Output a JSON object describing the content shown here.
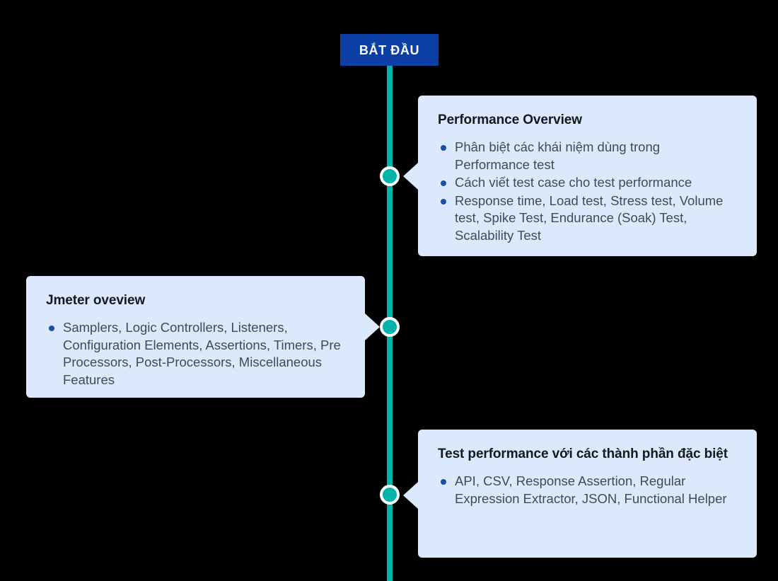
{
  "diagram": {
    "type": "timeline-roadmap",
    "background_color": "#000000",
    "spine_color": "#00b3ab",
    "card_background": "#dce8fb",
    "bullet_color": "#1a4fa0",
    "start": {
      "label": "BẮT ĐẦU",
      "background_color": "#0b3fa5",
      "text_color": "#ffffff"
    },
    "cards": [
      {
        "id": "performance-overview",
        "title": "Performance Overview",
        "side": "right",
        "items": [
          "Phân biệt các khái niệm dùng trong Performance test",
          "Cách viết test case cho test performance",
          "Response time, Load test, Stress test, Volume test, Spike Test, Endurance (Soak) Test, Scalability Test"
        ]
      },
      {
        "id": "jmeter-oveview",
        "title": "Jmeter oveview",
        "side": "left",
        "items": [
          "Samplers, Logic Controllers, Listeners, Configuration Elements, Assertions, Timers, Pre Processors, Post-Processors, Miscellaneous Features"
        ]
      },
      {
        "id": "test-performance-special-components",
        "title": "Test performance với các thành phần đặc biệt",
        "side": "right",
        "items": [
          "API, CSV, Response Assertion, Regular Expression Extractor, JSON, Functional Helper"
        ]
      }
    ]
  }
}
